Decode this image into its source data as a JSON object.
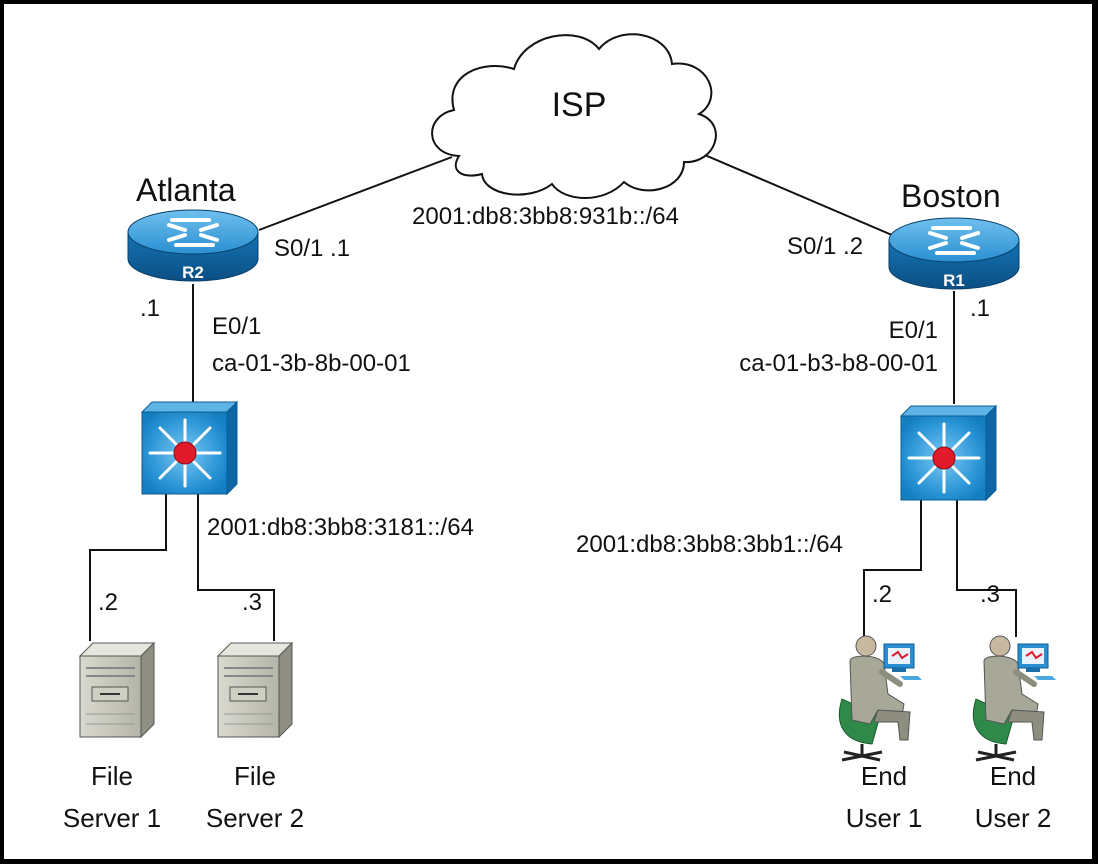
{
  "cloud": {
    "label": "ISP"
  },
  "wan": {
    "subnet": "2001:db8:3bb8:931b::/64"
  },
  "atlanta": {
    "site": "Atlanta",
    "router_name": "R2",
    "serial_label": "S0/1 .1",
    "lan_gw": ".1",
    "eth_iface": "E0/1",
    "eth_mac": "ca-01-3b-8b-00-01",
    "lan_subnet": "2001:db8:3bb8:3181::/64",
    "hosts": [
      {
        "addr": ".2",
        "line1": "File",
        "line2": "Server 1"
      },
      {
        "addr": ".3",
        "line1": "File",
        "line2": "Server 2"
      }
    ]
  },
  "boston": {
    "site": "Boston",
    "router_name": "R1",
    "serial_label": "S0/1 .2",
    "lan_gw": ".1",
    "eth_iface": "E0/1",
    "eth_mac": "ca-01-b3-b8-00-01",
    "lan_subnet": "2001:db8:3bb8:3bb1::/64",
    "hosts": [
      {
        "addr": ".2",
        "line1": "End",
        "line2": "User 1"
      },
      {
        "addr": ".3",
        "line1": "End",
        "line2": "User 2"
      }
    ]
  },
  "colors": {
    "device_blue": "#1a8fd0",
    "device_dark": "#0d5f97",
    "switch_red": "#e0192b",
    "server_gray": "#c9c9bd"
  }
}
